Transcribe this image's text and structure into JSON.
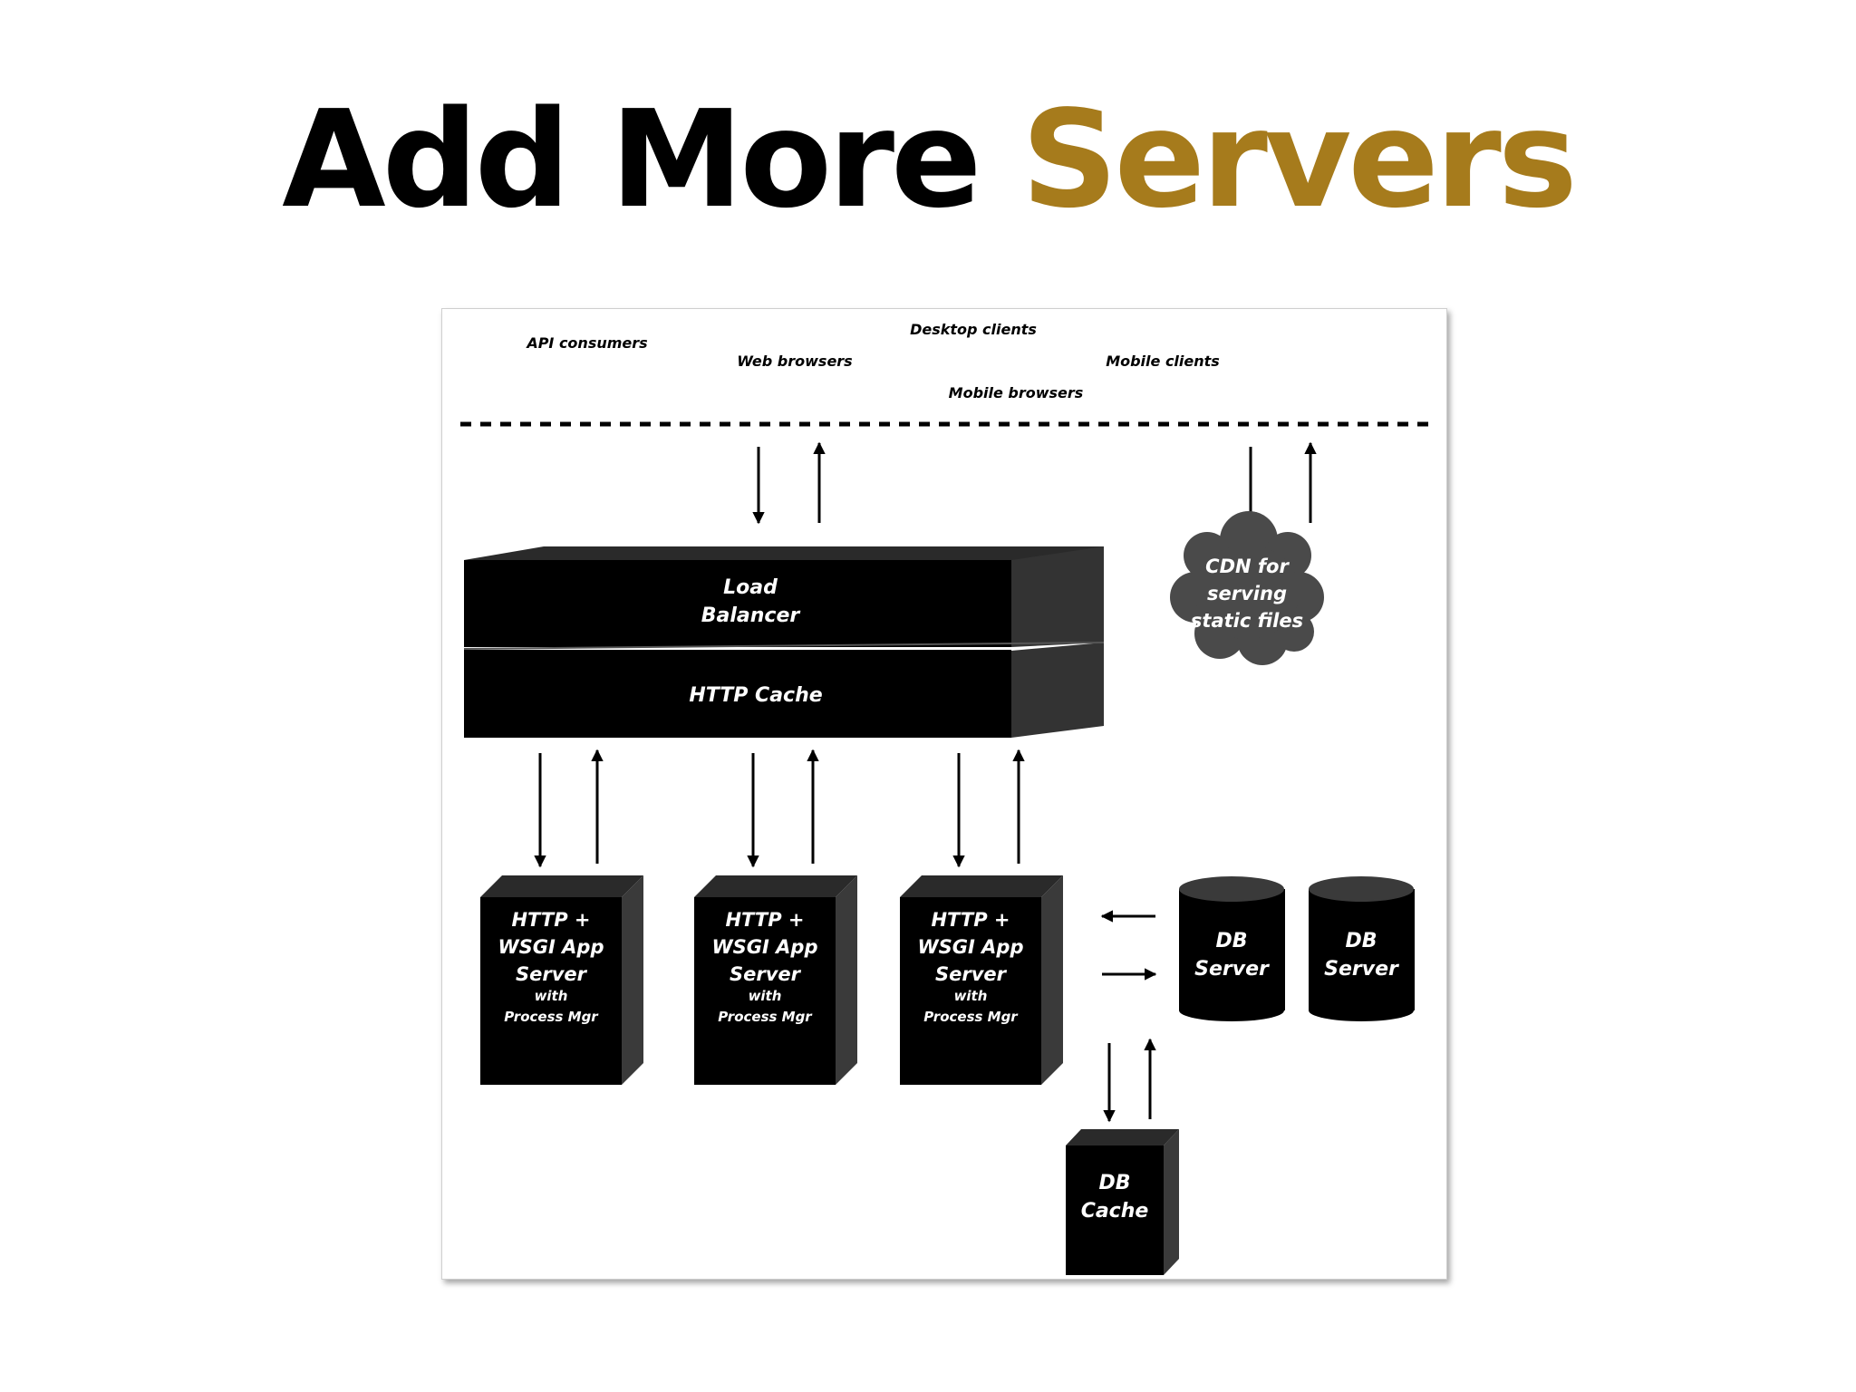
{
  "title": {
    "part1": "Add More ",
    "part2": "Servers",
    "accent_color": "#a67b1c"
  },
  "clients": {
    "api_consumers": "API consumers",
    "web_browsers": "Web browsers",
    "desktop_clients": "Desktop clients",
    "mobile_browsers": "Mobile browsers",
    "mobile_clients": "Mobile clients"
  },
  "load_balancer": {
    "line1": "Load",
    "line2": "Balancer"
  },
  "http_cache": "HTTP Cache",
  "cdn": {
    "line1": "CDN for",
    "line2": "serving",
    "line3": "static files"
  },
  "app_servers": [
    {
      "line1": "HTTP +",
      "line2": "WSGI App",
      "line3": "Server",
      "line4": "with",
      "line5": "Process Mgr"
    },
    {
      "line1": "HTTP +",
      "line2": "WSGI App",
      "line3": "Server",
      "line4": "with",
      "line5": "Process Mgr"
    },
    {
      "line1": "HTTP +",
      "line2": "WSGI App",
      "line3": "Server",
      "line4": "with",
      "line5": "Process Mgr"
    }
  ],
  "db_servers": [
    {
      "line1": "DB",
      "line2": "Server"
    },
    {
      "line1": "DB",
      "line2": "Server"
    }
  ],
  "db_cache": {
    "line1": "DB",
    "line2": "Cache"
  }
}
